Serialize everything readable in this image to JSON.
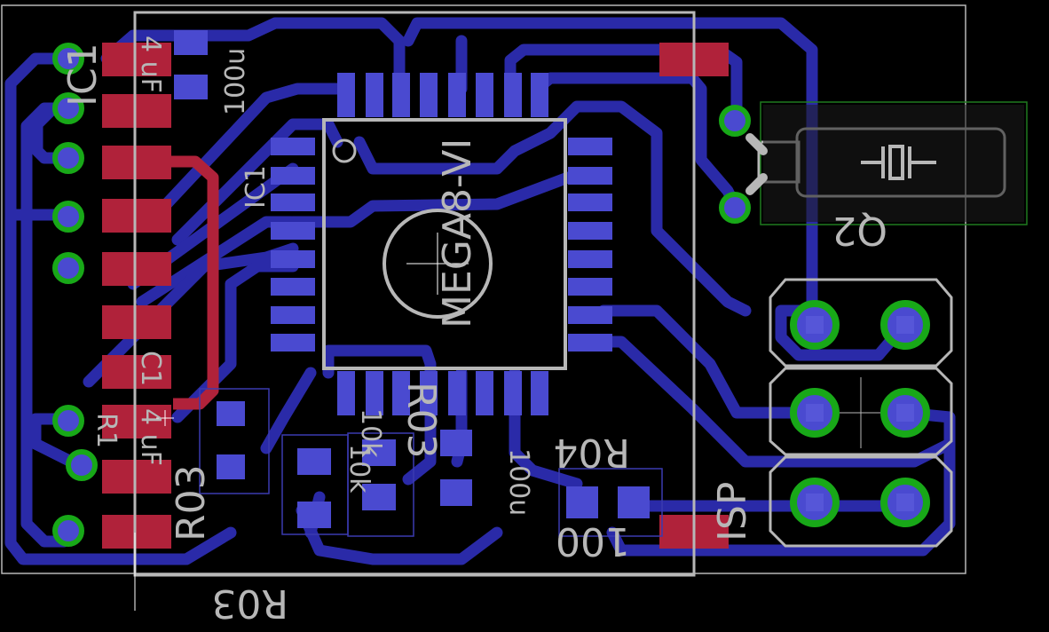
{
  "colors": {
    "background": "#000000",
    "bottom_trace": "#2a2aa8",
    "top_pad": "#b0223a",
    "smd_pad": "#4a4ad0",
    "via_ring": "#18a818",
    "via_hole": "#5050d0",
    "silkscreen": "#b7b7b7",
    "keepout": "#1f7a1f"
  },
  "labels": {
    "mcu": "MEGA8-VI",
    "mcu_ref": "IC1",
    "ic1_left": "IC1",
    "cap_top": "4 uF",
    "cap_top_value": "100u",
    "crystal_ref": "Q2",
    "isp": "ISP",
    "r_bottom_left": "R03",
    "r_bottom_left_value": "10k",
    "r_mid": "R03",
    "r_mid_value": "100u",
    "r_mid2": "10k",
    "r_right": "R04",
    "r_right_value": "100",
    "c_left": "C1",
    "c_left2": "R1",
    "c_left_value": "4 uF"
  }
}
